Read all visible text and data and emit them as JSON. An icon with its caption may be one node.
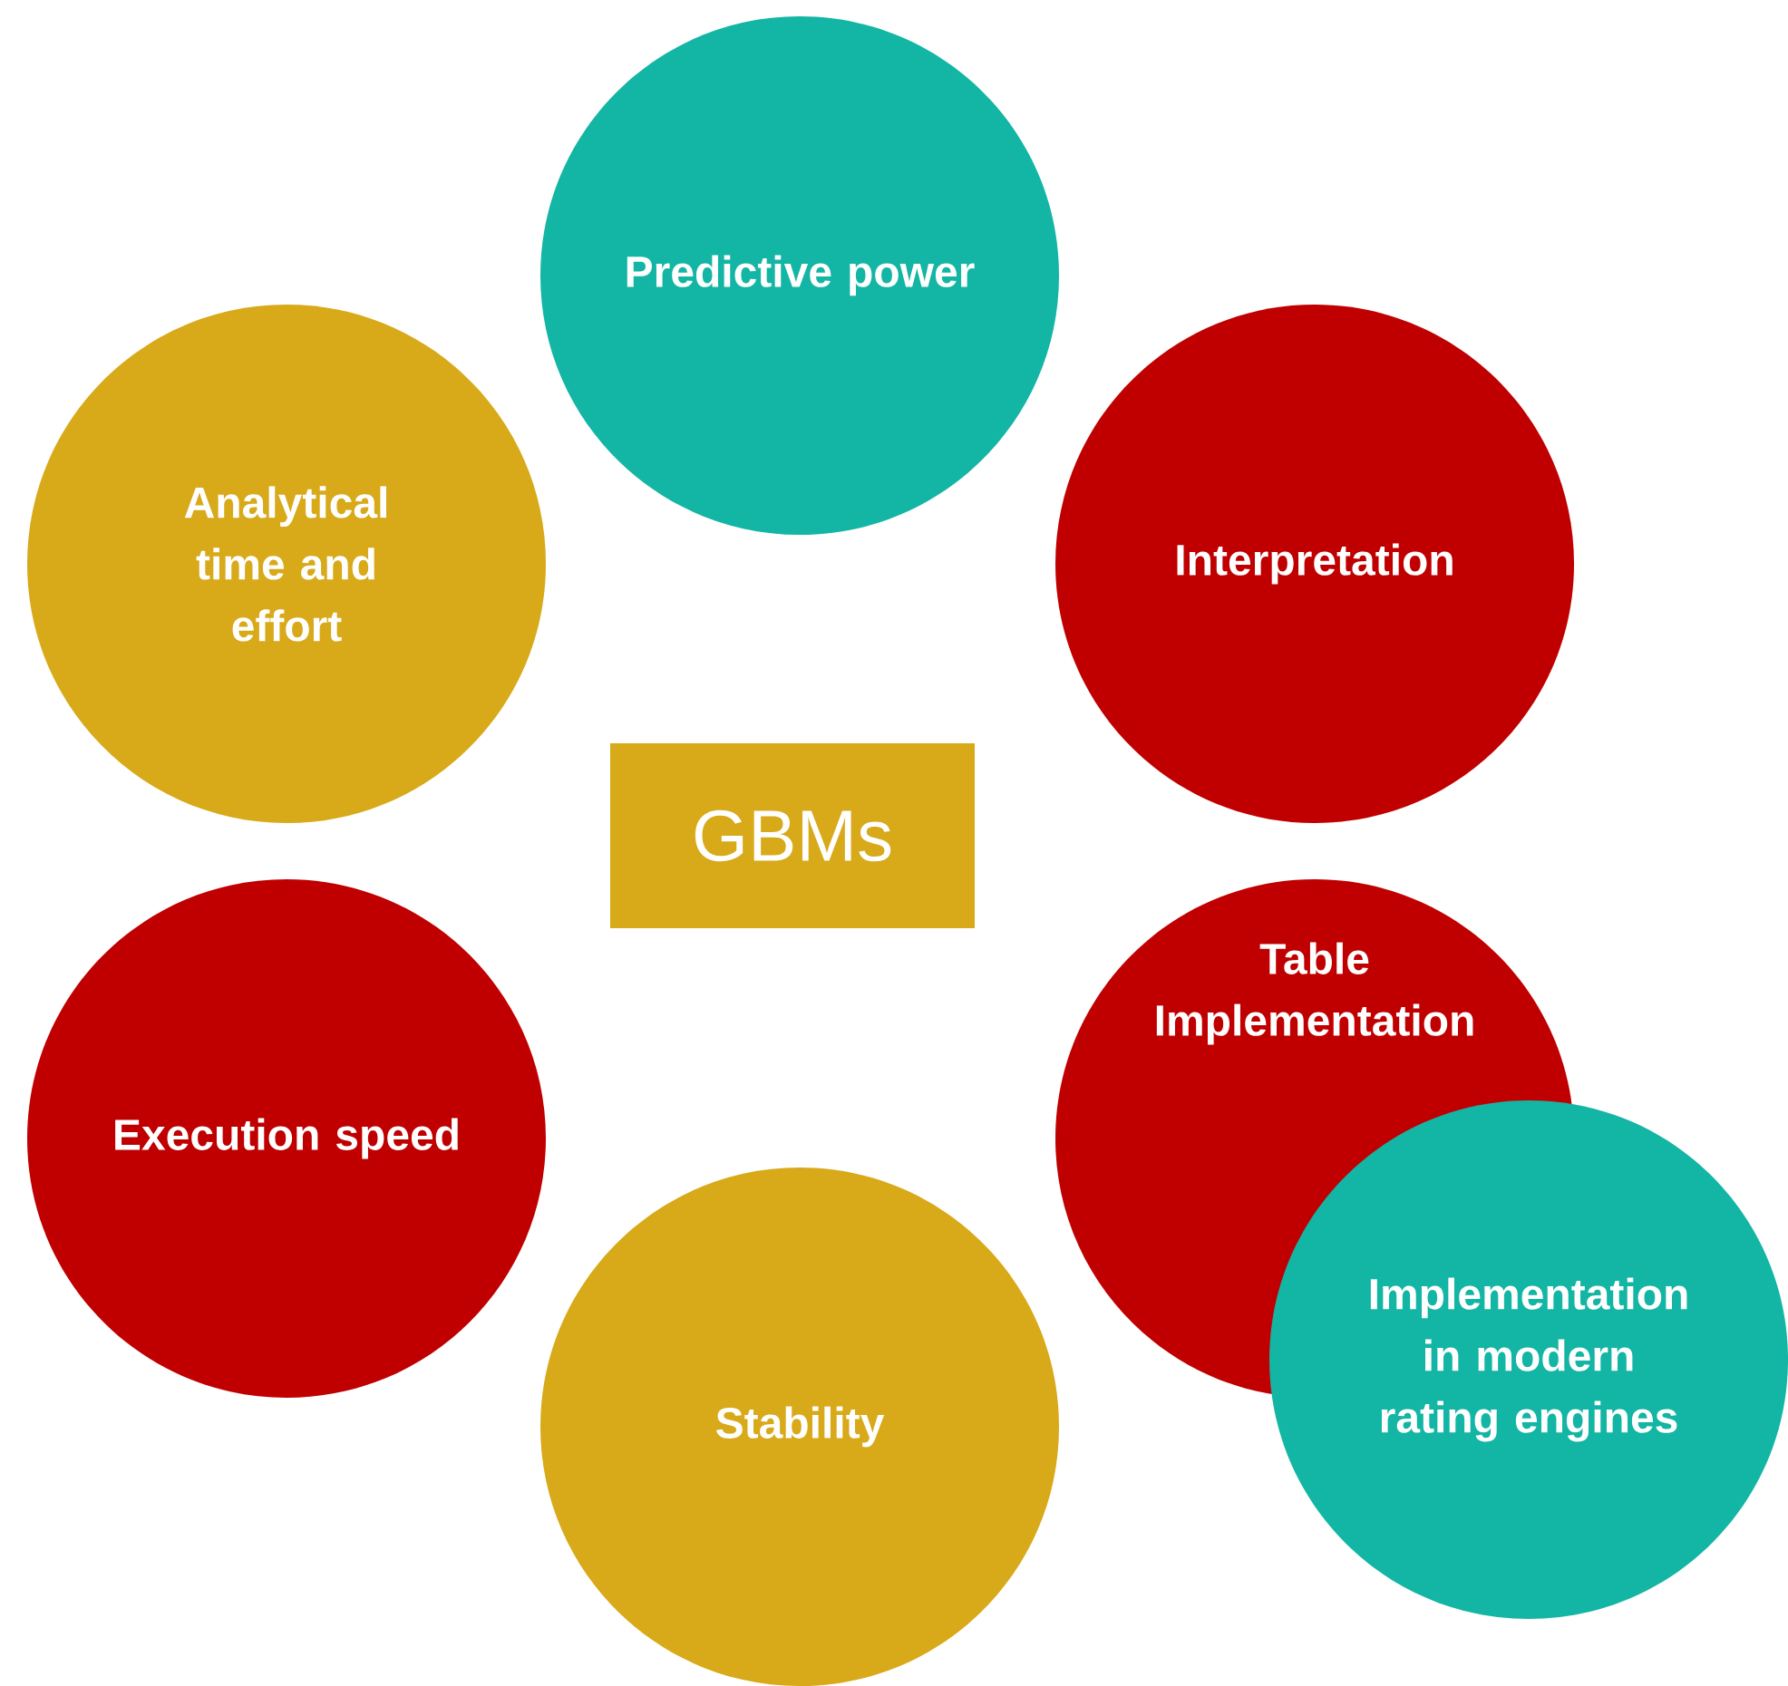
{
  "diagram": {
    "nodes": [
      {
        "text": [
          "GBMs"
        ]
      },
      {
        "text": [
          "Predictive power"
        ]
      },
      {
        "text": [
          "Interpretation"
        ]
      },
      {
        "text": [
          "Table Implementation"
        ]
      },
      {
        "text": [
          "Implementation in modern rating engines"
        ]
      },
      {
        "text": [
          "Stability"
        ]
      },
      {
        "text": [
          "Execution speed"
        ]
      },
      {
        "text": [
          "Analytical time and effort"
        ]
      }
    ]
  }
}
